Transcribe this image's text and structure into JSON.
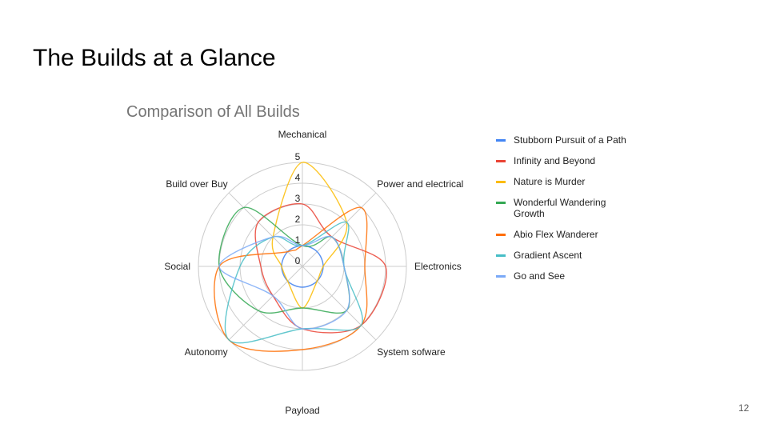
{
  "slide": {
    "title": "The Builds at a Glance",
    "page_number": "12"
  },
  "chart_data": {
    "type": "radar",
    "title": "Comparison of All Builds",
    "categories": [
      "Mechanical",
      "Power and electrical",
      "Electronics",
      "System sofware",
      "Payload",
      "Autonomy",
      "Social",
      "Build over Buy"
    ],
    "rlim": [
      0,
      5
    ],
    "ticks": [
      "0",
      "1",
      "2",
      "3",
      "4",
      "5"
    ],
    "grid": true,
    "legend_position": "right",
    "series": [
      {
        "name": "Stubborn Pursuit of a Path",
        "color": "#4285f4",
        "values": [
          1,
          1,
          1,
          1,
          1,
          1,
          1,
          1
        ]
      },
      {
        "name": "Infinity and Beyond",
        "color": "#ea4335",
        "values": [
          3,
          2,
          4,
          4,
          3,
          2,
          2,
          3
        ]
      },
      {
        "name": "Nature is Murder",
        "color": "#fbbc04",
        "values": [
          5,
          3,
          1,
          1,
          2,
          1,
          1,
          2
        ]
      },
      {
        "name": "Wonderful Wandering Growth",
        "color": "#34a853",
        "values": [
          1,
          2,
          2,
          3,
          2,
          3,
          4,
          4
        ]
      },
      {
        "name": "Abio Flex Wanderer",
        "color": "#ff6d01",
        "values": [
          1,
          4,
          3,
          4,
          4,
          5,
          4,
          1
        ]
      },
      {
        "name": "Gradient Ascent",
        "color": "#46bdc6",
        "values": [
          1,
          3,
          2,
          4,
          3,
          5,
          3,
          2
        ]
      },
      {
        "name": "Go and See",
        "color": "#7baaf7",
        "values": [
          1,
          2,
          2,
          3,
          3,
          2,
          4,
          2
        ]
      }
    ]
  }
}
